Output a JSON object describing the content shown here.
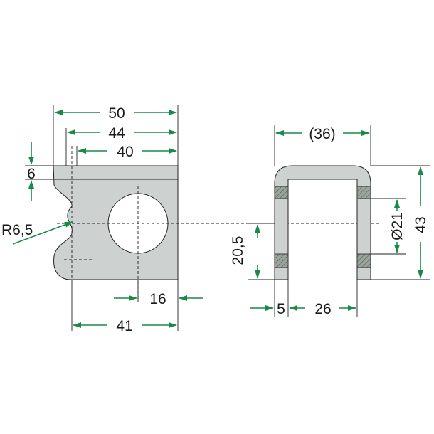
{
  "dimensions": {
    "width_50": "50",
    "width_44": "44",
    "width_40": "40",
    "thickness_6": "6",
    "radius": "R6,5",
    "offset_16": "16",
    "width_41": "41",
    "width_36": "(36)",
    "height_20_5": "20,5",
    "wall_5": "5",
    "inner_26": "26",
    "hole_dia": "Ø21",
    "height_43": "43"
  },
  "colors": {
    "part_fill": "#cdd1d0",
    "hatch_fill": "#9aa49c",
    "dimension": "#1a8a4a",
    "line": "#222222"
  }
}
